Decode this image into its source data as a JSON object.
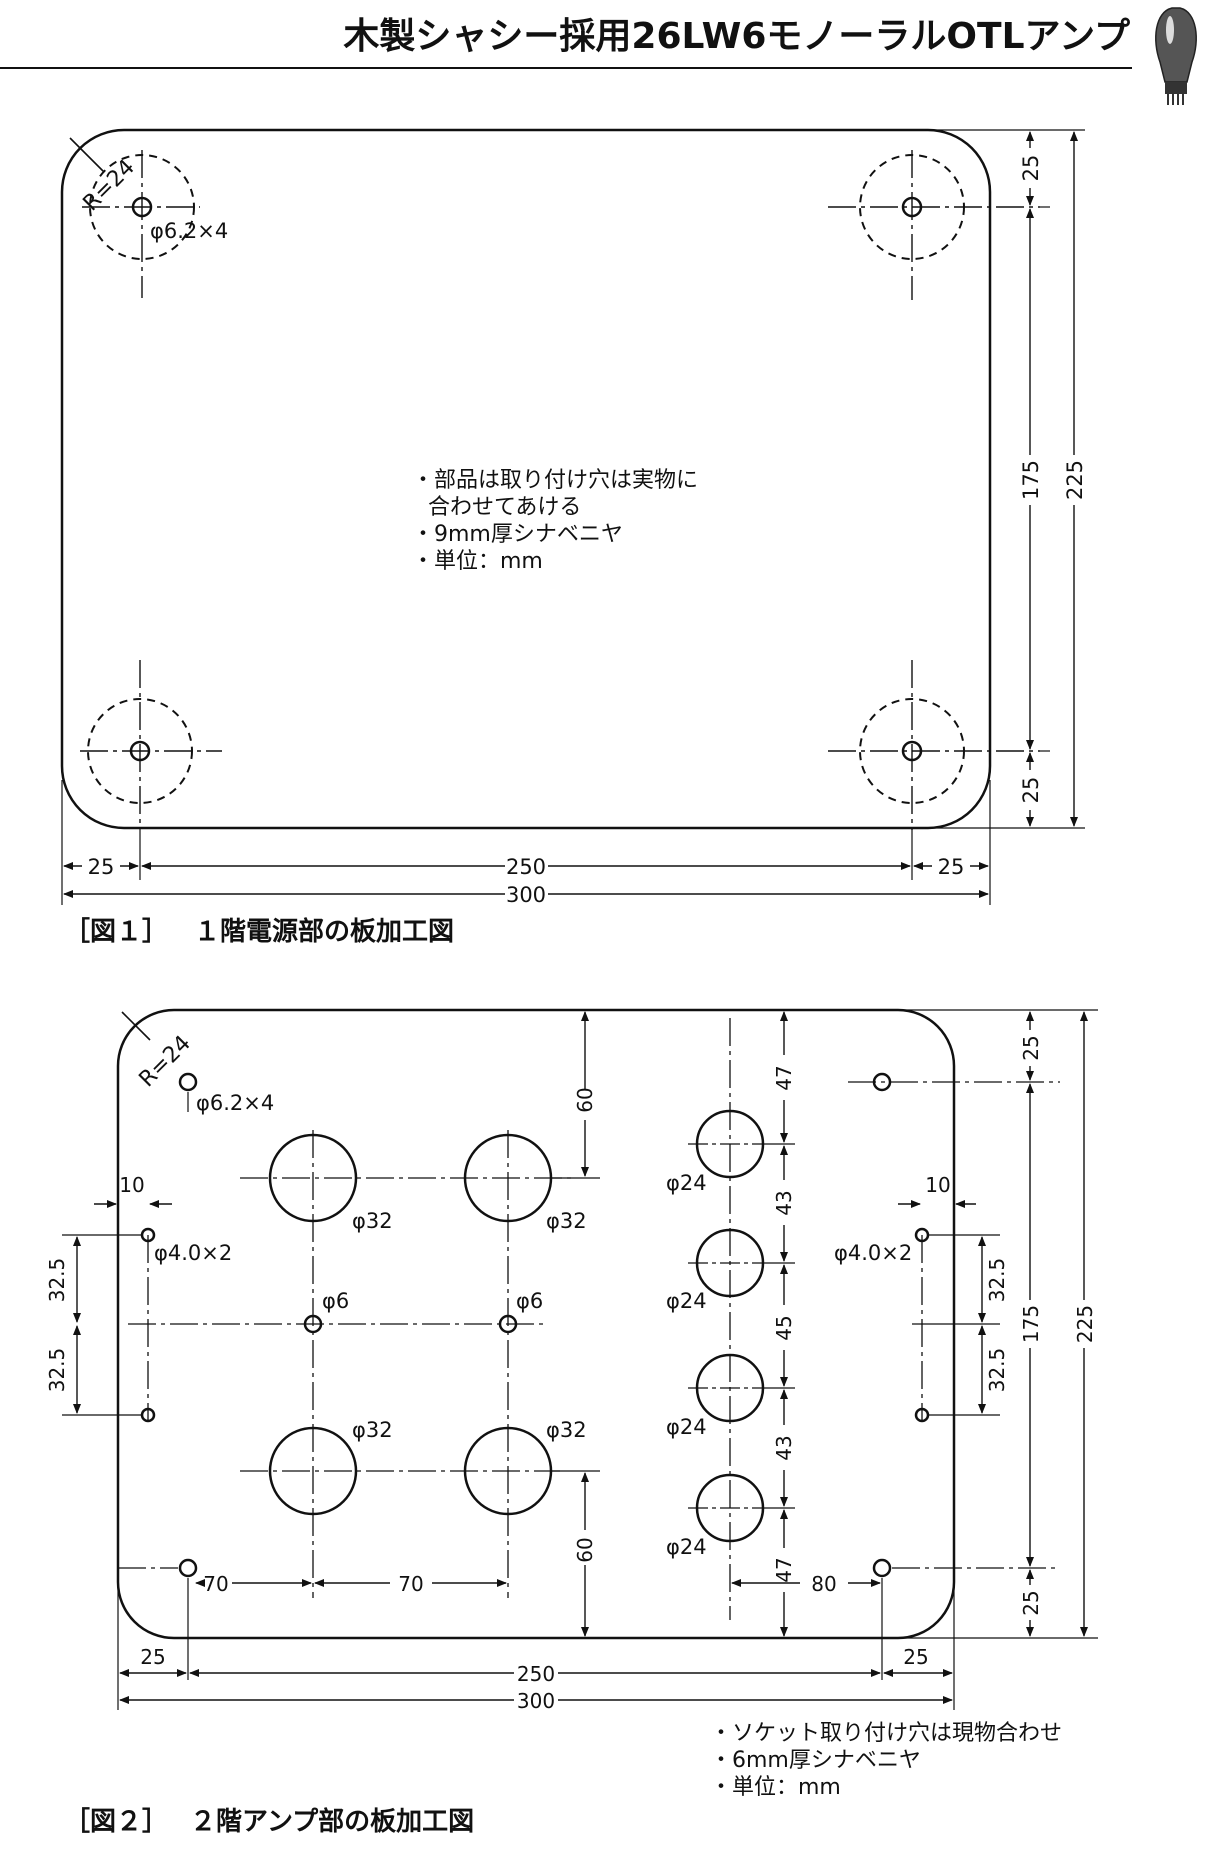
{
  "header": {
    "title": "木製シャシー採用26LW6モノーラルOTLアンプ"
  },
  "figure1": {
    "caption_num": "［図１］",
    "caption_text": "１階電源部の板加工図",
    "radius_label": "R=24",
    "hole_label": "φ6.2×4",
    "notes": [
      "・部品は取り付け穴は実物に",
      "合わせてあける",
      "・9mm厚シナベニヤ",
      "・単位：mm"
    ],
    "dims": {
      "left": "25",
      "middle": "250",
      "right": "25",
      "total": "300",
      "top": "25",
      "mid_v": "175",
      "bottom": "25",
      "total_v": "225"
    }
  },
  "figure2": {
    "caption_num": "［図２］",
    "caption_text": "２階アンプ部の板加工図",
    "radius_label": "R=24",
    "hole_label": "φ6.2×4",
    "small_hole_left": "φ4.0×2",
    "small_hole_right": "φ4.0×2",
    "big_hole_label": "φ32",
    "center_hole_label": "φ6",
    "socket_label": "φ24",
    "notes": [
      "・ソケット取り付け穴は現物合わせ",
      "・6mm厚シナベニヤ",
      "・単位：mm"
    ],
    "dims": {
      "left": "25",
      "middle": "250",
      "right": "25",
      "total": "300",
      "top": "25",
      "mid_v": "175",
      "bottom": "25",
      "total_v": "225",
      "edge_left": "10",
      "edge_right": "10",
      "pitch": "32.5",
      "col_top": "60",
      "col_bottom": "60",
      "col_left": "70",
      "col_mid": "70",
      "col_right": "80",
      "sock_1": "47",
      "sock_2": "43",
      "sock_3": "45",
      "sock_4": "43",
      "sock_5": "47"
    }
  }
}
